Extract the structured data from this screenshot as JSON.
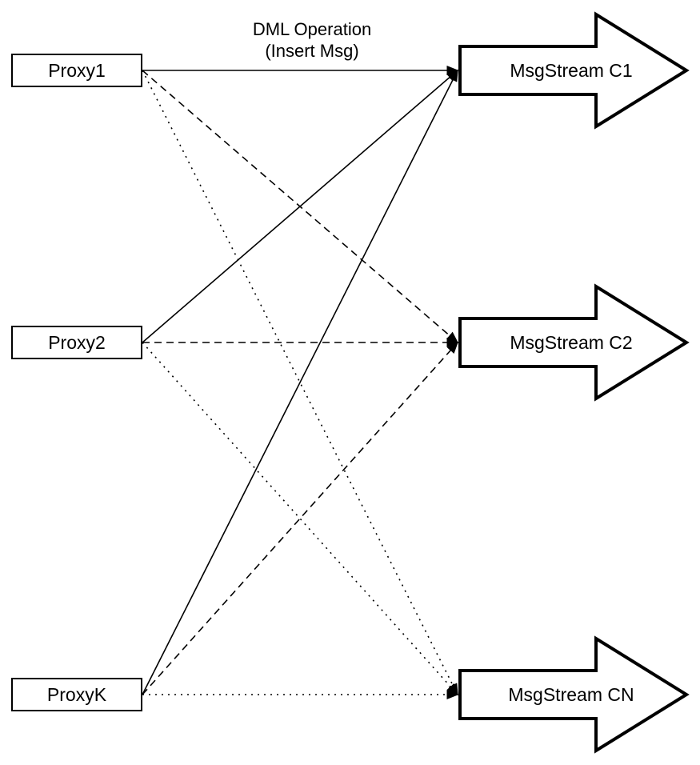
{
  "title": {
    "line1": "DML Operation",
    "line2": "(Insert Msg)"
  },
  "colors": {
    "background": "#ffffff",
    "shape_fill": "#ffffff",
    "stroke": "#000000",
    "text": "#000000"
  },
  "diagram": {
    "proxies": [
      {
        "id": "proxy1",
        "label": "Proxy1"
      },
      {
        "id": "proxy2",
        "label": "Proxy2"
      },
      {
        "id": "proxyK",
        "label": "ProxyK"
      }
    ],
    "streams": [
      {
        "id": "c1",
        "label": "MsgStream C1"
      },
      {
        "id": "c2",
        "label": "MsgStream C2"
      },
      {
        "id": "cN",
        "label": "MsgStream CN"
      }
    ],
    "edges": [
      {
        "from": "proxy1",
        "to": "c1",
        "style": "solid"
      },
      {
        "from": "proxy1",
        "to": "c2",
        "style": "dashed"
      },
      {
        "from": "proxy1",
        "to": "cN",
        "style": "dotted"
      },
      {
        "from": "proxy2",
        "to": "c1",
        "style": "solid"
      },
      {
        "from": "proxy2",
        "to": "c2",
        "style": "dashed"
      },
      {
        "from": "proxy2",
        "to": "cN",
        "style": "dotted"
      },
      {
        "from": "proxyK",
        "to": "c1",
        "style": "solid"
      },
      {
        "from": "proxyK",
        "to": "c2",
        "style": "dashed"
      },
      {
        "from": "proxyK",
        "to": "cN",
        "style": "dotted"
      }
    ]
  }
}
